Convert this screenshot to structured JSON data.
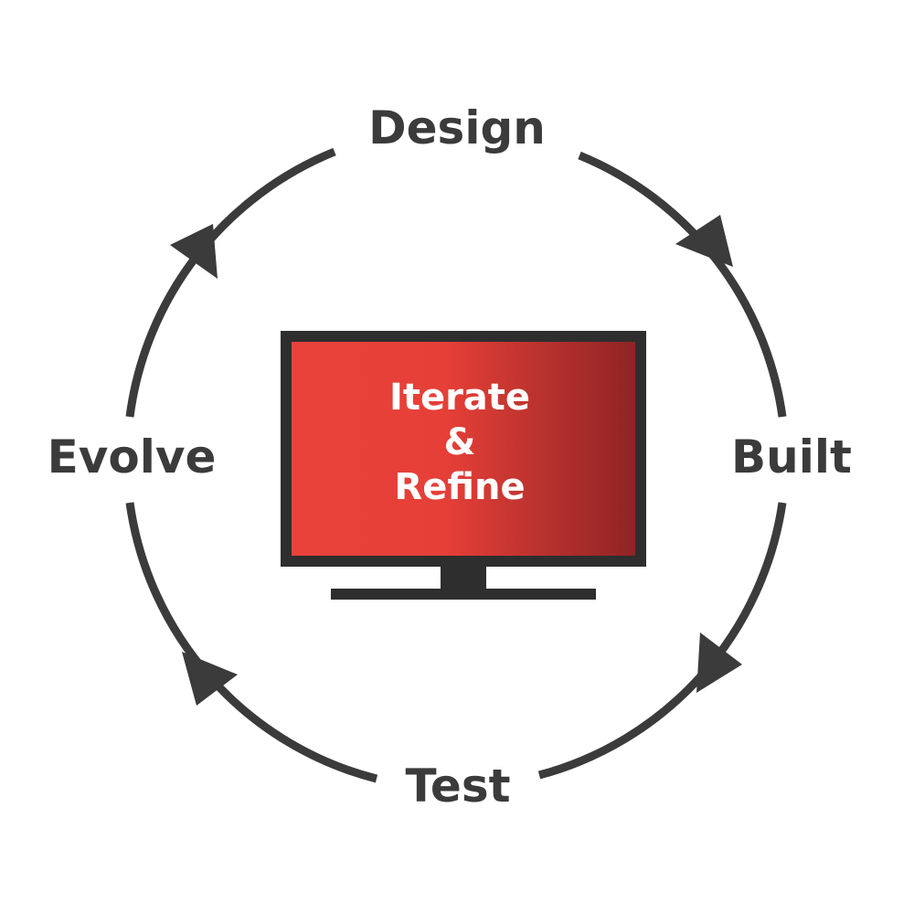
{
  "diagram": {
    "stages": [
      {
        "id": "design",
        "label": "Design"
      },
      {
        "id": "built",
        "label": "Built"
      },
      {
        "id": "test",
        "label": "Test"
      },
      {
        "id": "evolve",
        "label": "Evolve"
      }
    ],
    "center": {
      "line1": "Iterate",
      "line2": "&",
      "line3": "Refine"
    },
    "flow_direction": "clockwise",
    "colors": {
      "ring": "#3b3b3b",
      "label": "#3b3b3b",
      "screen_frame": "#2e2e2e",
      "screen_gradient_start": "#e8423a",
      "screen_gradient_end": "#8f2424",
      "screen_text": "#ffffff"
    }
  }
}
